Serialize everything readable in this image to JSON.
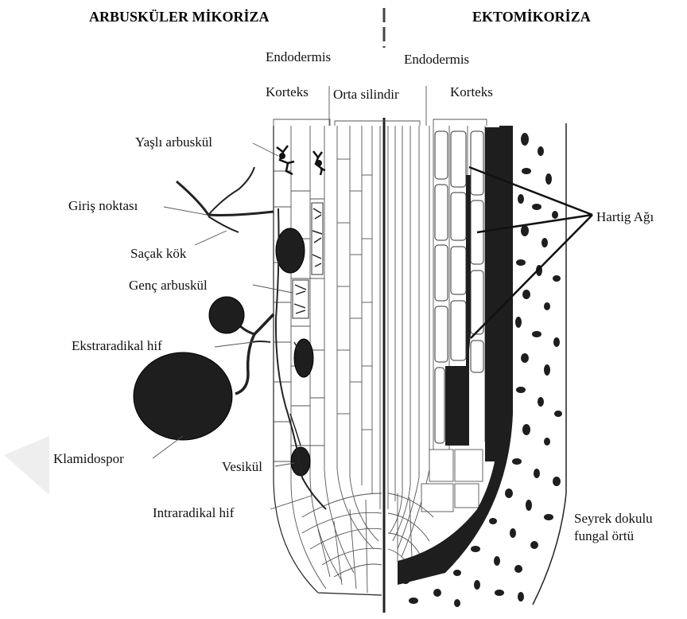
{
  "headers": {
    "left": "ARBUSKÜLER MİKORİZA",
    "right": "EKTOMİKORİZA"
  },
  "labels": {
    "endodermis_left": "Endodermis",
    "endodermis_right": "Endodermis",
    "korteks_left": "Korteks",
    "orta_silindir": "Orta silindir",
    "korteks_right": "Korteks",
    "yasli_arbuskul": "Yaşlı arbuskül",
    "giris_noktasi": "Giriş noktası",
    "sacak_kok": "Saçak kök",
    "genc_arbuskul": "Genç arbuskül",
    "ekstraradikal_hif": "Ekstraradikal hif",
    "klamidospor": "Klamidospor",
    "vesikul": "Vesikül",
    "intraradikal_hif": "Intraradikal hif",
    "hartig_agi": "Hartig Ağı",
    "seyrek_line1": "Seyrek dokulu",
    "seyrek_line2": "fungal örtü"
  },
  "colors": {
    "ink": "#1e1e1e",
    "background": "#ffffff"
  }
}
